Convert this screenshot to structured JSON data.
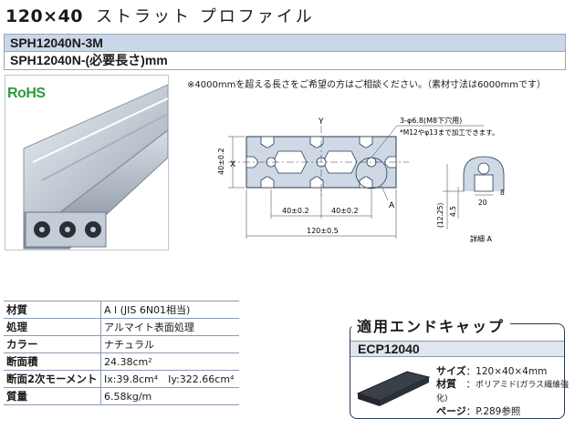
{
  "header": {
    "size": "120×40",
    "name": "ストラット プロファイル"
  },
  "part_numbers": [
    "SPH12040N-3M",
    "SPH12040N-(必要長さ)mm"
  ],
  "badge": "RoHS",
  "note": "※4000mmを超える長さをご希望の方はご相談ください。（素材寸法は6000mmです）",
  "drawing": {
    "hole_label": "3-φ6.8(M8下穴用)",
    "hole_note": "*M12やφ13まで加工できます。",
    "axis_x": "X",
    "axis_y": "Y",
    "height": "40±0.2",
    "pitch1": "40±0.2",
    "pitch2": "40±0.2",
    "width": "120±0.5",
    "detail_marker": "A",
    "detail_caption": "詳細 A",
    "d1": "(12.25)",
    "d2": "4.5",
    "d3": "20",
    "d4": "8"
  },
  "specs": [
    {
      "key": "材質",
      "value": "A l (JIS 6N01相当)"
    },
    {
      "key": "処理",
      "value": "アルマイト表面処理"
    },
    {
      "key": "カラー",
      "value": "ナチュラル"
    },
    {
      "key": "断面積",
      "value": "24.38cm²"
    },
    {
      "key": "断面2次モーメント",
      "value": "Ix:39.8cm⁴　Iy:322.66cm⁴"
    },
    {
      "key": "質量",
      "value": "6.58kg/m"
    }
  ],
  "endcap": {
    "heading": "適用エンドキャップ",
    "part": "ECP12040",
    "size_label": "サイズ",
    "size_value": "120×40×4mm",
    "material_label": "材質",
    "material_value": "ポリアミド(ガラス繊維強化)",
    "page_label": "ページ",
    "page_value": "P.289参照"
  },
  "colors": {
    "header_bar": "#c9d7e8",
    "rohs_green": "#2e9a3e",
    "profile_fill": "#cfd9e6"
  }
}
